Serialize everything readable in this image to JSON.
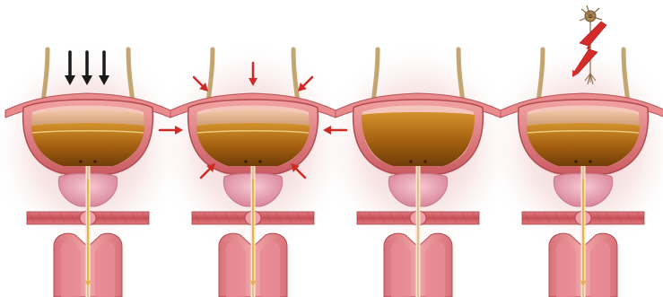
{
  "diagram": {
    "panel_count": 4,
    "panels": [
      {
        "id": 1,
        "indicator": "pressure-arrows-down",
        "urine_level": "partial",
        "urine_stream": true
      },
      {
        "id": 2,
        "indicator": "inward-squeeze-arrows",
        "urine_level": "partial",
        "urine_stream": true
      },
      {
        "id": 3,
        "indicator": "none",
        "urine_level": "full",
        "urine_stream": false
      },
      {
        "id": 4,
        "indicator": "nerve-signal-lightning",
        "urine_level": "partial",
        "urine_stream": true
      }
    ],
    "colors": {
      "background": "#ffffff",
      "bladder_wall": "#e98585",
      "bladder_wall_dark": "#c95a60",
      "urine": "#a35f10",
      "urine_light": "#d4922c",
      "prostate": "#eeaab8",
      "ureter": "#c4a470",
      "press_arrow": "#1a1a1a",
      "squeeze_arrow": "#cf2a26",
      "lightning": "#d62b2b",
      "neuron": "#8a6a45",
      "glow": "#d98c8c"
    }
  }
}
